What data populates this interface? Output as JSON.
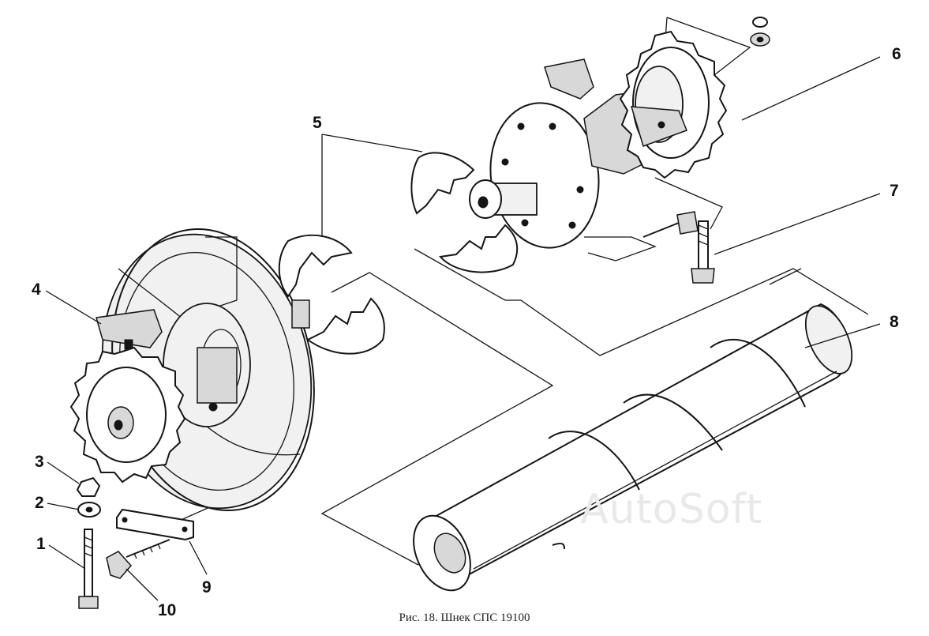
{
  "figure": {
    "caption": "Рис. 18. Шнек СПС 19100",
    "watermark": "AutoSoft"
  },
  "callouts": [
    {
      "id": "1",
      "label": "1"
    },
    {
      "id": "2",
      "label": "2"
    },
    {
      "id": "3",
      "label": "3"
    },
    {
      "id": "4",
      "label": "4"
    },
    {
      "id": "5",
      "label": "5"
    },
    {
      "id": "6",
      "label": "6"
    },
    {
      "id": "7",
      "label": "7"
    },
    {
      "id": "8",
      "label": "8"
    },
    {
      "id": "9",
      "label": "9"
    },
    {
      "id": "10",
      "label": "10"
    }
  ],
  "colors": {
    "ink": "#151515",
    "paper": "#ffffff",
    "shade": "#d8d8d8"
  }
}
